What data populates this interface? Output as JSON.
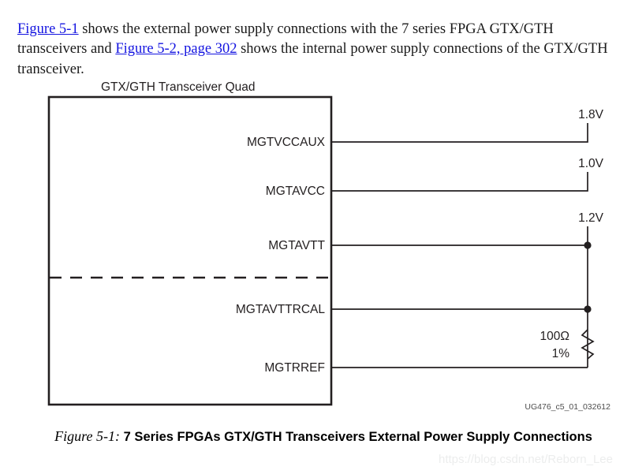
{
  "intro": {
    "seg1_link": "Figure 5-1",
    "seg2": " shows the external power supply connections with the 7 series FPGA GTX/GTH transceivers and ",
    "seg3_link": "Figure 5-2, page 302",
    "seg4": " shows the internal power supply connections of the GTX/GTH transceiver.",
    "link_color": "#1414e0"
  },
  "figure": {
    "block_title": "GTX/GTH Transceiver Quad",
    "pins": [
      {
        "label": "MGTVCCAUX"
      },
      {
        "label": "MGTAVCC"
      },
      {
        "label": "MGTAVTT"
      },
      {
        "label": "MGTAVTTRCAL"
      },
      {
        "label": "MGTRREF"
      }
    ],
    "rails": [
      {
        "label": "1.8V"
      },
      {
        "label": "1.0V"
      },
      {
        "label": "1.2V"
      }
    ],
    "resistor": {
      "value": "100Ω",
      "tolerance": "1%"
    },
    "source_id": "UG476_c5_01_032612"
  },
  "caption": {
    "number": "Figure 5-1:",
    "text": "7 Series FPGAs GTX/GTH Transceivers External Power Supply Connections"
  },
  "watermark": {
    "text": "https://blog.csdn.net/Reborn_Lee"
  }
}
